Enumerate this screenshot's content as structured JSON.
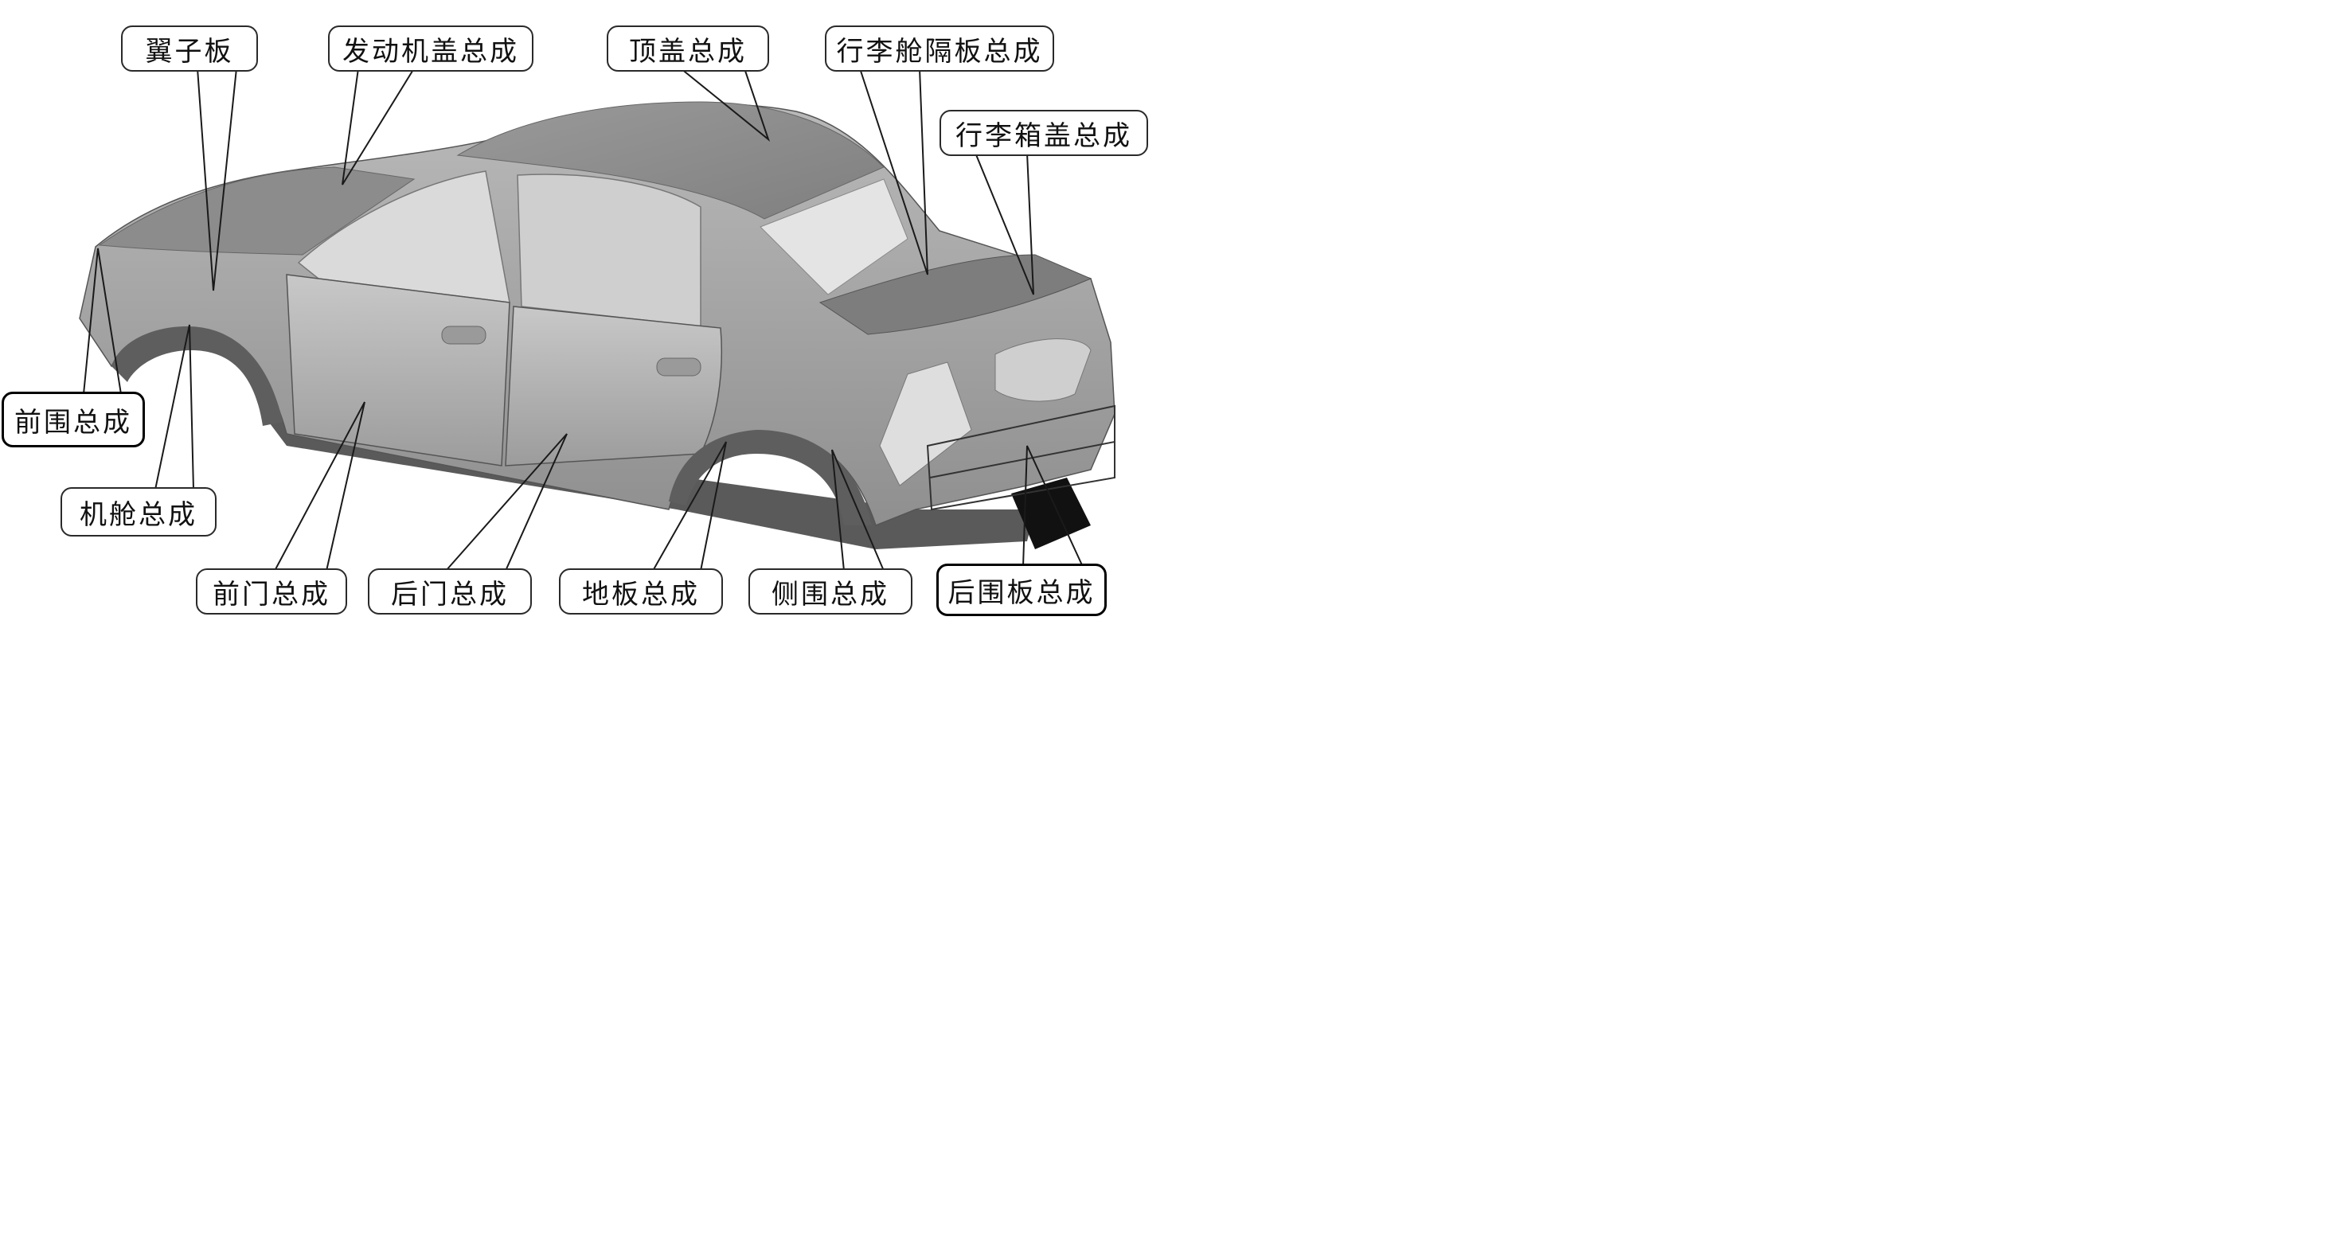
{
  "labels": {
    "fender": "翼子板",
    "hood": "发动机盖总成",
    "roof": "顶盖总成",
    "trunk_partition": "行李舱隔板总成",
    "trunk_lid": "行李箱盖总成",
    "front_wall": "前围总成",
    "engine_bay": "机舱总成",
    "front_door": "前门总成",
    "rear_door": "后门总成",
    "floor": "地板总成",
    "side_panel": "侧围总成",
    "rear_wall": "后围板总成"
  },
  "colors": {
    "outline": "#2a2a2a",
    "body_light": "#c9c9c9",
    "body_mid": "#a4a4a4",
    "body_dark": "#6e6e6e",
    "interior": "#dcdcdc"
  }
}
